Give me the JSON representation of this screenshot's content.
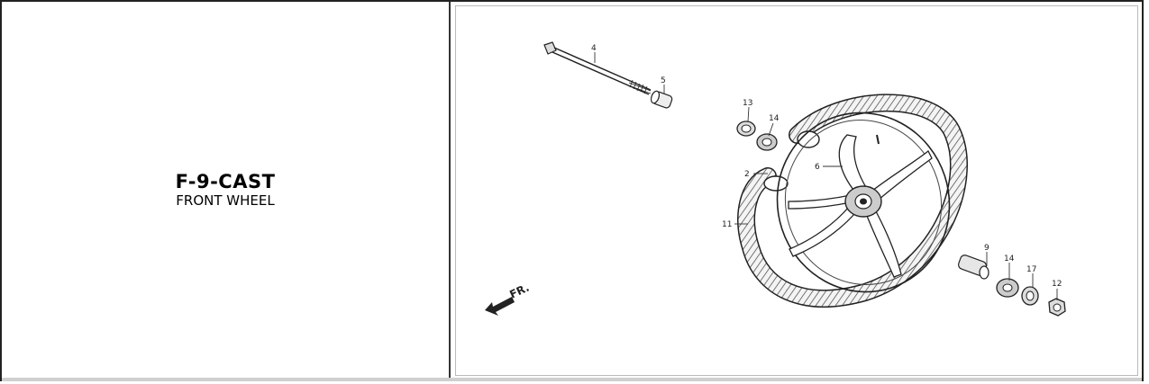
{
  "part": {
    "code": "F-9-CAST",
    "title": "FRONT WHEEL"
  },
  "diagram": {
    "callouts": [
      "4",
      "5",
      "13",
      "14",
      "2",
      "6",
      "11",
      "9",
      "14",
      "17",
      "12"
    ],
    "direction_label": "FR."
  }
}
